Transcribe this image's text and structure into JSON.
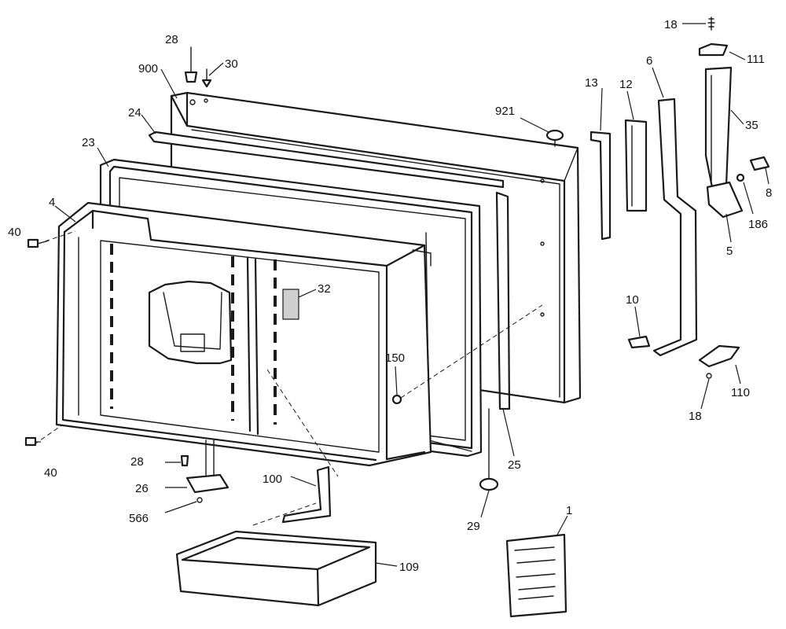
{
  "callouts": {
    "c900": "900",
    "c28a": "28",
    "c30": "30",
    "c24": "24",
    "c23": "23",
    "c4": "4",
    "c40a": "40",
    "c40b": "40",
    "c921": "921",
    "c13": "13",
    "c12": "12",
    "c6": "6",
    "c18a": "18",
    "c111": "111",
    "c35": "35",
    "c8": "8",
    "c186": "186",
    "c5": "5",
    "c10": "10",
    "c110": "110",
    "c18b": "18",
    "c32": "32",
    "c150": "150",
    "c25": "25",
    "c29": "29",
    "c28b": "28",
    "c26": "26",
    "c566": "566",
    "c100": "100",
    "c109": "109",
    "c1": "1"
  }
}
